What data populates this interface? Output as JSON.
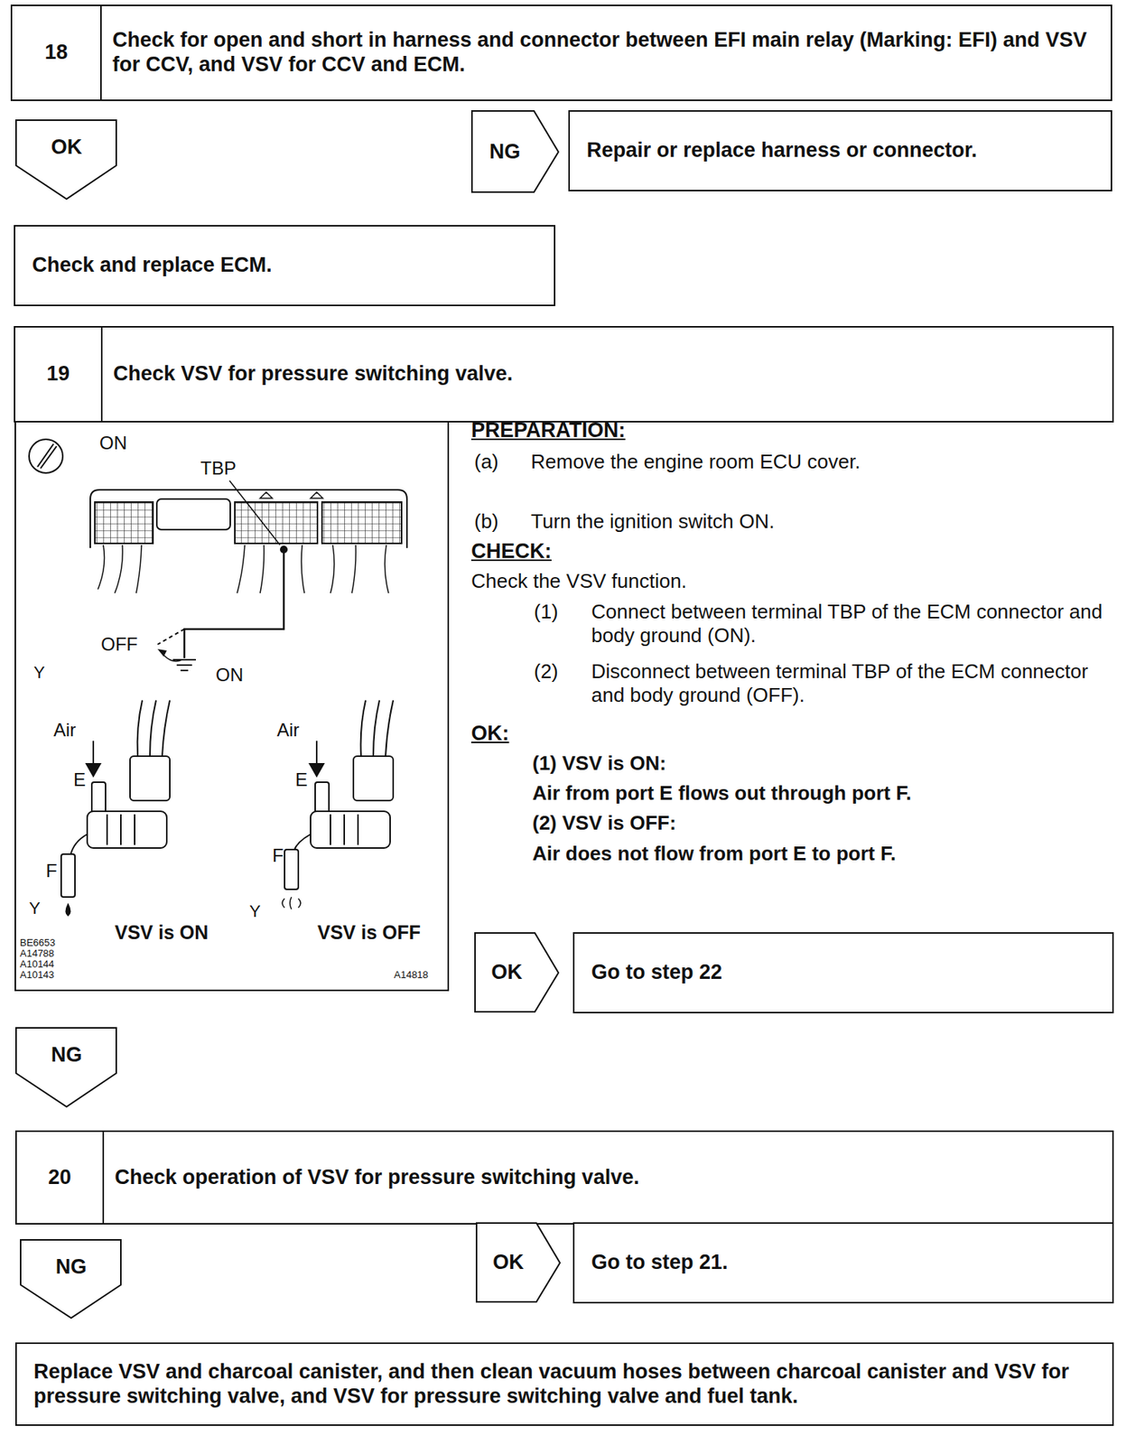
{
  "diagram": {
    "nodes": [
      {
        "text": [
          "18",
          "Check for open and short in harness and connector between EFI main relay (Marking: EFI) and VSV for CCV, and VSV for CCV and ECM."
        ]
      },
      {
        "text": [
          "OK"
        ]
      },
      {
        "text": [
          "NG"
        ]
      },
      {
        "text": [
          "Repair or replace harness or connector."
        ]
      },
      {
        "text": [
          "Check and replace ECM."
        ]
      },
      {
        "text": [
          "19",
          "Check VSV for pressure switching valve."
        ]
      },
      {
        "text": [
          "OK"
        ]
      },
      {
        "text": [
          "Go to step 22"
        ]
      },
      {
        "text": [
          "NG"
        ]
      },
      {
        "text": [
          "20",
          "Check operation of VSV for pressure switching valve."
        ]
      },
      {
        "text": [
          "NG"
        ]
      },
      {
        "text": [
          "OK"
        ]
      },
      {
        "text": [
          "Go to step 21."
        ]
      },
      {
        "text": [
          "Replace VSV and charcoal canister, and then clean vacuum hoses between charcoal canister and VSV for pressure switching valve, and VSV for pressure switching valve and fuel tank."
        ]
      }
    ],
    "labels": [
      "ON",
      "TBP",
      "OFF",
      "Y",
      "ON",
      "Air",
      "E",
      "Air",
      "E",
      "F",
      "F",
      "Y",
      "VSV is ON",
      "Y",
      "VSV is OFF",
      "BE6653",
      "A14788",
      "A10144",
      "A10143",
      "A14818",
      "PREPARATION:",
      "(a)",
      "Remove the engine room ECU cover.",
      "(b)",
      "Turn the ignition switch ON.",
      "CHECK:",
      "Check the VSV function.",
      "(1)",
      "Connect between terminal TBP of the ECM connector and body ground (ON).",
      "(2)",
      "Disconnect between terminal TBP of the ECM connector and body ground (OFF).",
      "OK:",
      "(1) VSV is ON:",
      "Air from port E flows out through port F.",
      "(2) VSV is OFF:",
      "Air does not flow from port E to port F."
    ]
  }
}
